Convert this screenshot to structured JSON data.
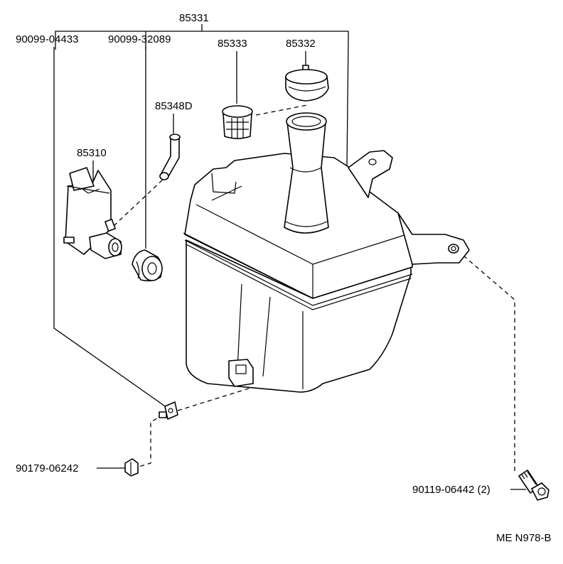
{
  "labels": {
    "assembly": "85331",
    "hose_clamp": "90099-04433",
    "grommet": "90099-32089",
    "strainer": "85333",
    "cap": "85332",
    "hose": "85348D",
    "pump": "85310",
    "nut": "90179-06242",
    "bolt": "90119-06442 (2)",
    "code": "ME N978-B"
  }
}
